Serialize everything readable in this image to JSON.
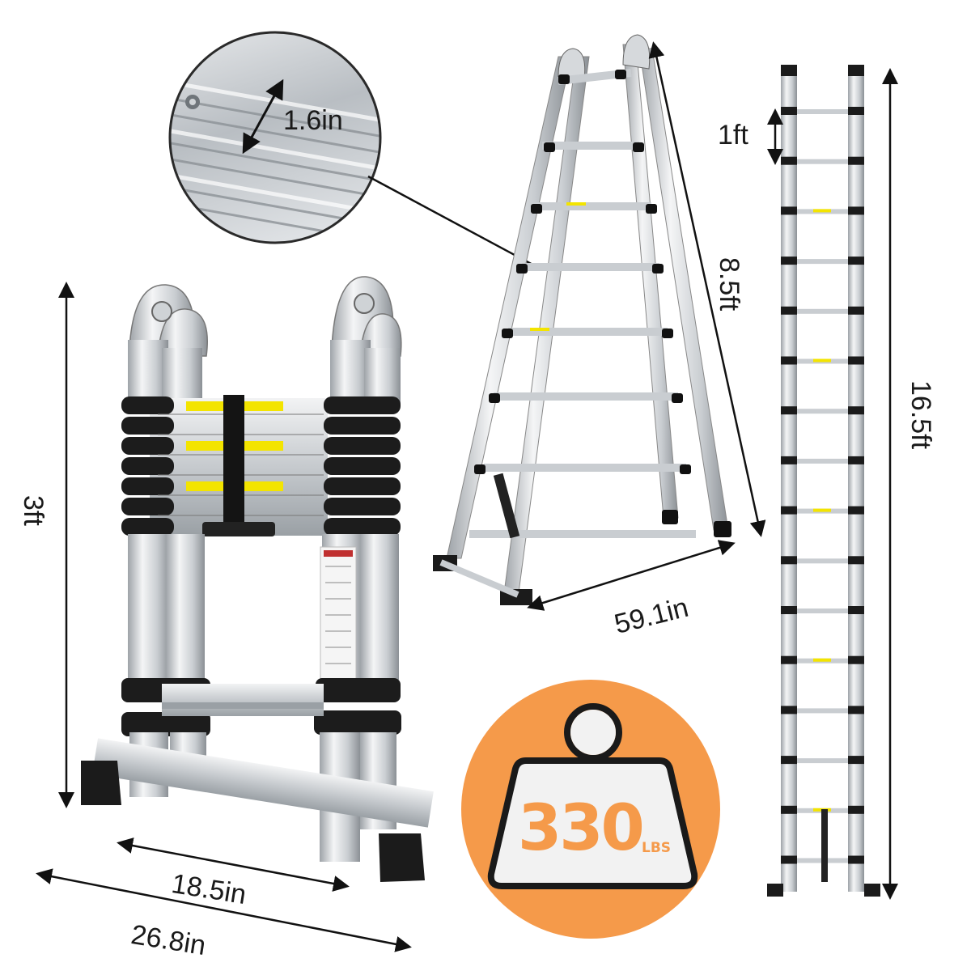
{
  "dimensions": {
    "tube_width": "1.6in",
    "rung_spacing": "1ft",
    "a_frame_height": "8.5ft",
    "a_frame_base": "59.1in",
    "extended_height": "16.5ft",
    "folded_height": "3ft",
    "inner_width": "18.5in",
    "outer_width": "26.8in"
  },
  "load_badge": {
    "capacity": "330",
    "unit": "LBS"
  },
  "colors": {
    "badge_orange": "#f59a4a",
    "aluminum": "#d9dcdf",
    "black_parts": "#1a1a1a",
    "warning_yellow": "#f3e400"
  }
}
